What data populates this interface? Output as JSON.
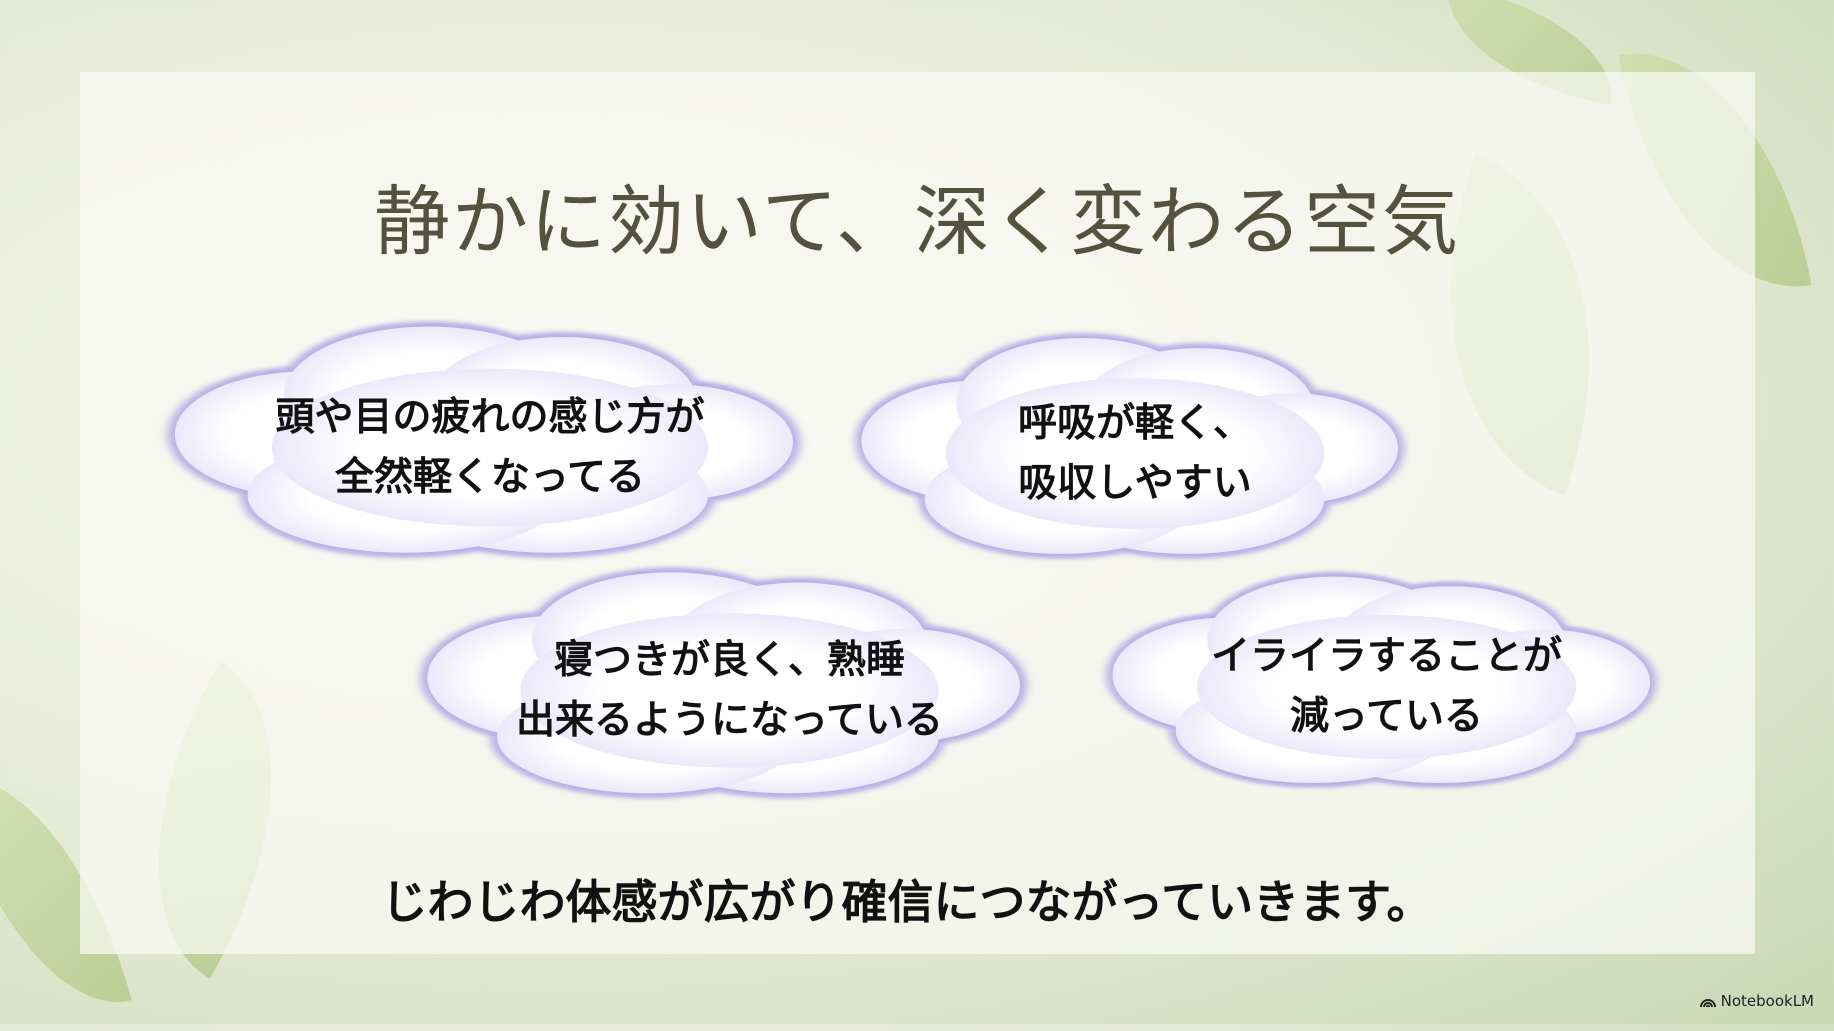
{
  "title": "静かに効いて、深く変わる空気",
  "clouds": [
    {
      "lines": [
        "頭や目の疲れの感じ方が",
        "全然軽くなってる"
      ]
    },
    {
      "lines": [
        "呼吸が軽く、",
        "吸収しやすい"
      ]
    },
    {
      "lines": [
        "寝つきが良く、熟睡",
        "出来るようになっている"
      ]
    },
    {
      "lines": [
        "イライラすることが",
        "減っている"
      ]
    }
  ],
  "conclusion": "じわじわ体感が広がり確信につながっていきます。",
  "watermark": "NotebookLM",
  "colors": {
    "title": "#55513f",
    "cloud_edge": "#b9b0e6"
  }
}
